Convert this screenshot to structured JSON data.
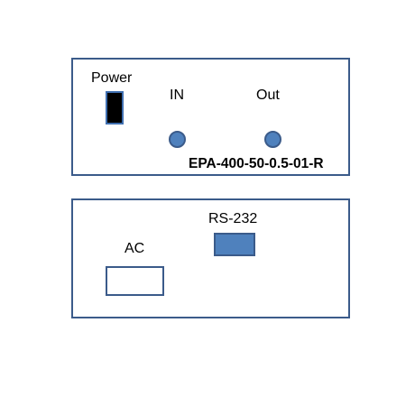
{
  "front_panel": {
    "power_label": "Power",
    "in_label": "IN",
    "out_label": "Out",
    "model_label": "EPA-400-50-0.5-01-R"
  },
  "rear_panel": {
    "rs232_label": "RS-232",
    "ac_label": "AC"
  },
  "colors": {
    "outline": "#3b5b8a",
    "connector_fill": "#4f81bd",
    "switch_fill": "#000000"
  }
}
